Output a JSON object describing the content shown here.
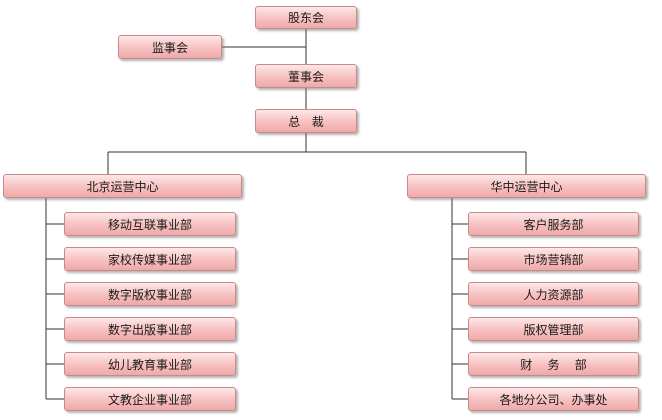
{
  "chart": {
    "top": {
      "shareholders": "股东会",
      "supervisors": "监事会",
      "board": "董事会",
      "president": "总   裁"
    },
    "centers": [
      {
        "name": "北京运营中心",
        "departments": [
          "移动互联事业部",
          "家校传媒事业部",
          "数字版权事业部",
          "数字出版事业部",
          "幼儿教育事业部",
          "文教企业事业部"
        ]
      },
      {
        "name": "华中运营中心",
        "departments": [
          "客户服务部",
          "市场营销部",
          "人力资源部",
          "版权管理部",
          "财    务    部",
          "各地分公司、办事处"
        ]
      }
    ]
  }
}
